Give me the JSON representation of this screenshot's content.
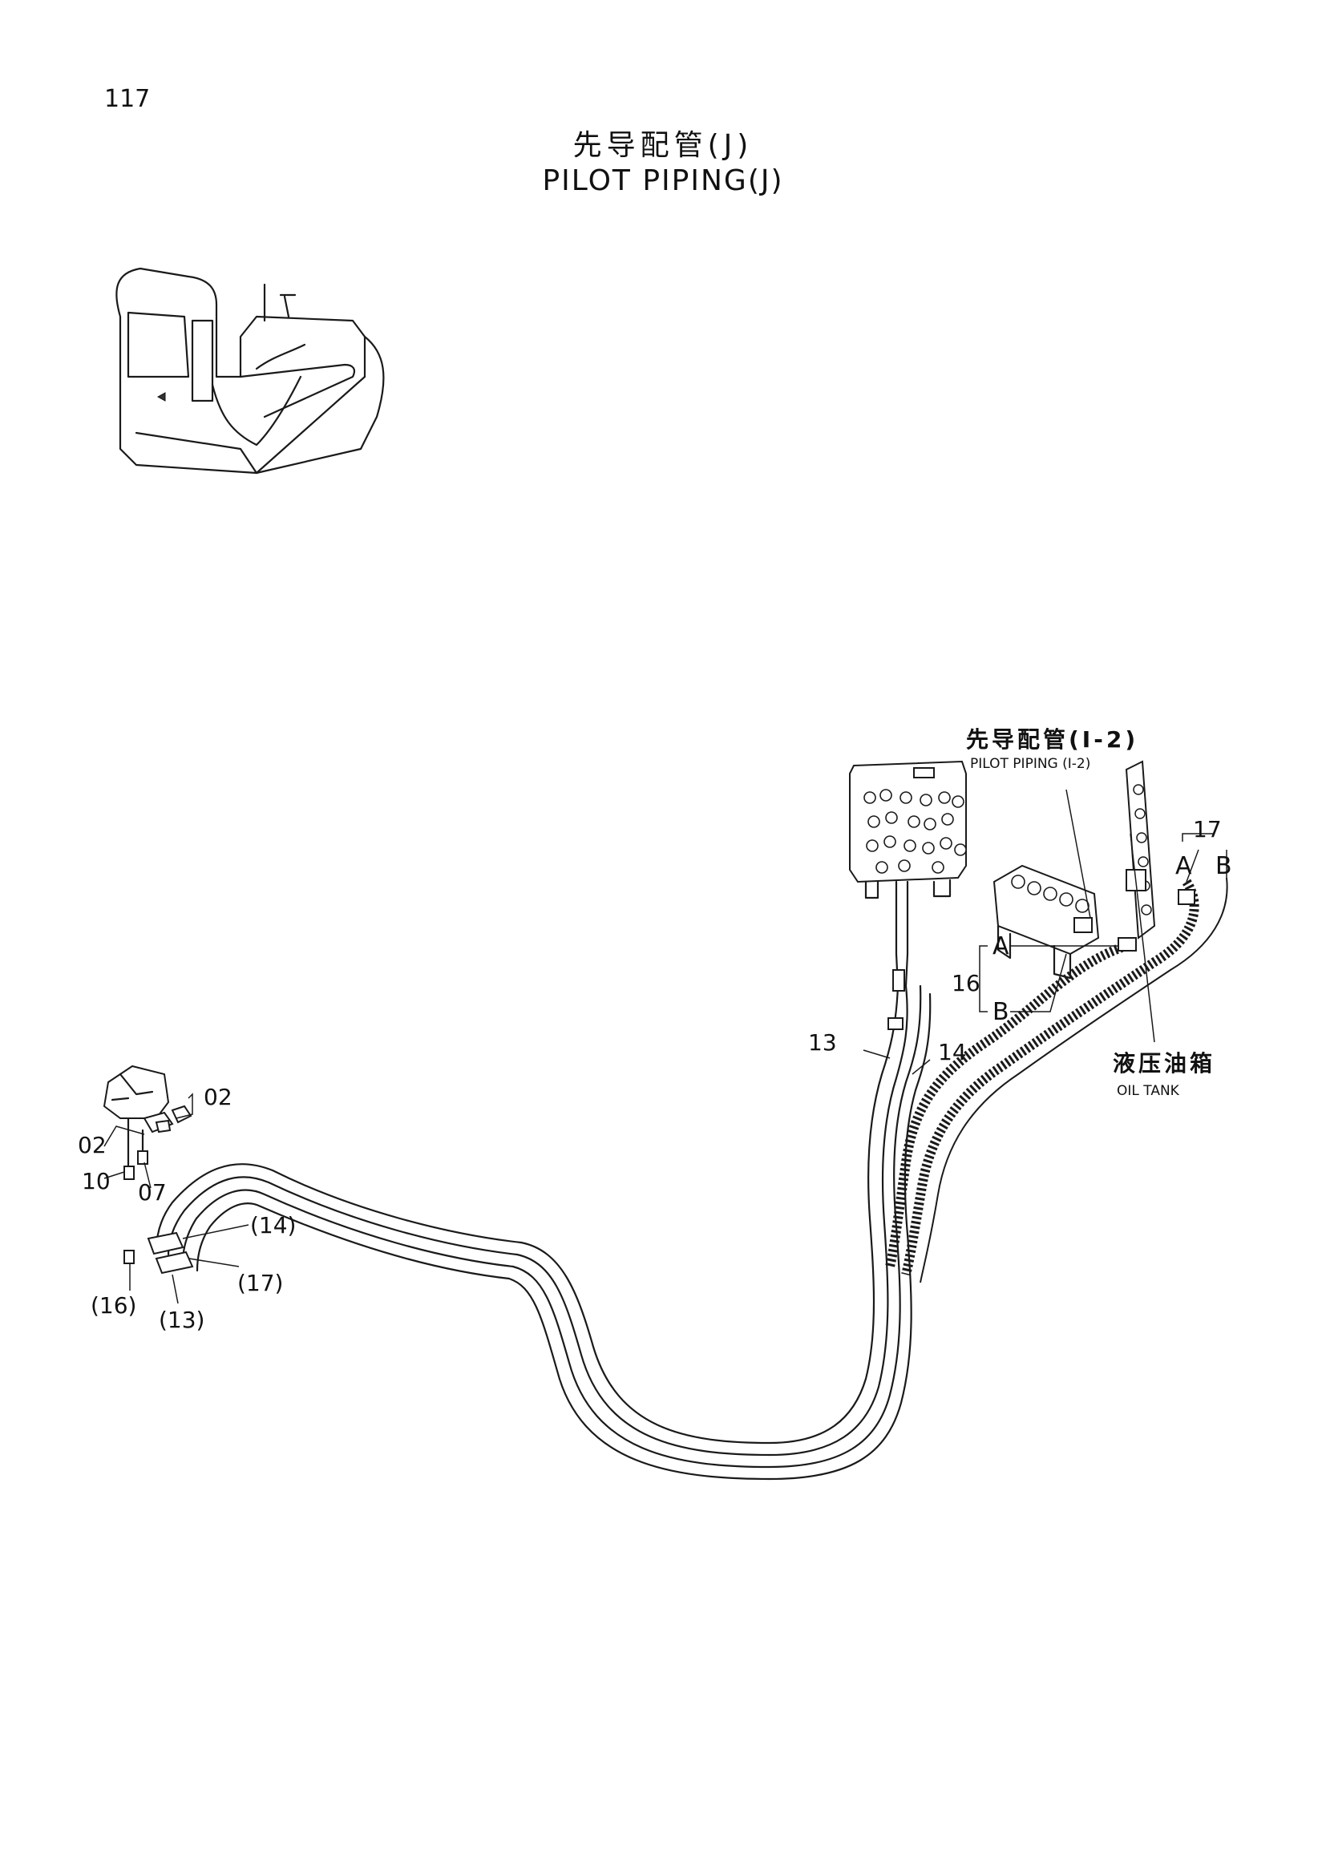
{
  "page": {
    "number": "117"
  },
  "title": {
    "cn": "先导配管(J)",
    "en": "PILOT PIPING(J)"
  },
  "callouts": {
    "ref_cn": "先导配管(I-2)",
    "ref_en": "PILOT PIPING (I-2)",
    "oil_tank_cn": "液压油箱",
    "oil_tank_en": "OIL TANK",
    "label_17": "17",
    "label_17_a": "A",
    "label_17_b": "B",
    "label_16": "16",
    "label_16_a": "A",
    "label_16_b": "B",
    "label_13": "13",
    "label_14": "14",
    "label_02_top": "02",
    "label_02_left": "02",
    "label_10": "10",
    "label_07": "07",
    "label_14p": "(14)",
    "label_17p": "(17)",
    "label_16p": "(16)",
    "label_13p": "(13)"
  }
}
